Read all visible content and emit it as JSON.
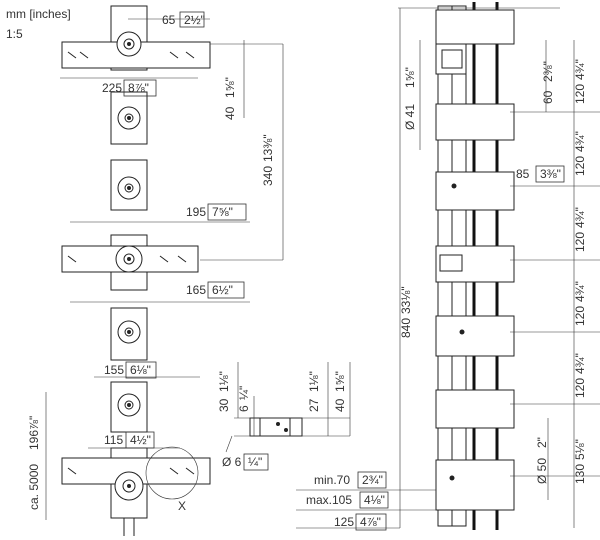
{
  "header": {
    "units": "mm [inches]",
    "scale": "1:5"
  },
  "dims": {
    "d65": "65",
    "d65i": "2½\"",
    "d225": "225",
    "d225i": "8⅞\"",
    "d40": "40",
    "d40i": "1⅝\"",
    "d340": "340",
    "d340i": "13⅜\"",
    "d195": "195",
    "d195i": "7⅝\"",
    "d165": "165",
    "d165i": "6½\"",
    "d155": "155",
    "d155i": "6⅛\"",
    "d115": "115",
    "d115i": "4½\"",
    "d5000": "ca. 5000",
    "d5000i": "196⅞\"",
    "x_label": "X",
    "d30": "30",
    "d30i": "1⅛\"",
    "d6": "6",
    "d6i": "¼\"",
    "d27": "27",
    "d27i": "1⅛\"",
    "d40b": "40",
    "d40bi": "1⅝\"",
    "dia6": "Ø 6",
    "dia6i": "¼\"",
    "dia41": "Ø 41",
    "dia41i": "1⅝\"",
    "d60": "60",
    "d60i": "2⅜\"",
    "d120a": "120",
    "d120ai": "4¾\"",
    "d120b": "120",
    "d120bi": "4¾\"",
    "d85": "85",
    "d85i": "3⅜\"",
    "d840": "840",
    "d840i": "33⅛\"",
    "d120c": "120",
    "d120ci": "4¾\"",
    "d120d": "120",
    "d120di": "4¾\"",
    "d120e": "120",
    "d120ei": "4¾\"",
    "dia50": "Ø 50",
    "dia50i": "2\"",
    "d130": "130",
    "d130i": "5⅛\"",
    "min70": "min.70",
    "min70i": "2¾\"",
    "max105": "max.105",
    "max105i": "4⅛\"",
    "d125": "125",
    "d125i": "4⅞\""
  }
}
